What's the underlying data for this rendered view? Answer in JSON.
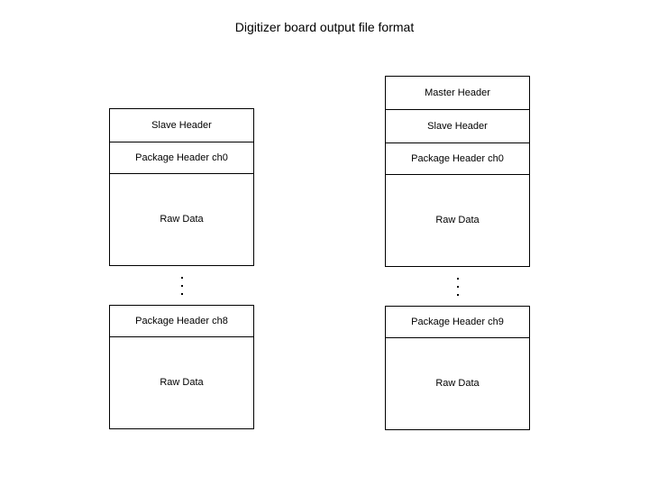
{
  "page": {
    "title": "Digitizer board output file format",
    "background_color": "#ffffff",
    "text_color": "#000000",
    "border_color": "#000000"
  },
  "diagram": {
    "type": "block-structure",
    "ellipsis_dot_count": 3,
    "columns": [
      {
        "name": "left-column",
        "blocks": [
          {
            "label": "Slave Header",
            "kind": "header"
          },
          {
            "label": "Package Header ch0",
            "kind": "package-header"
          },
          {
            "label": "Raw Data",
            "kind": "raw-data"
          },
          {
            "label": "",
            "kind": "ellipsis"
          },
          {
            "label": "Package Header ch8",
            "kind": "package-header"
          },
          {
            "label": "Raw Data",
            "kind": "raw-data"
          }
        ]
      },
      {
        "name": "right-column",
        "blocks": [
          {
            "label": "Master Header",
            "kind": "header"
          },
          {
            "label": "Slave Header",
            "kind": "header"
          },
          {
            "label": "Package Header ch0",
            "kind": "package-header"
          },
          {
            "label": "Raw Data",
            "kind": "raw-data"
          },
          {
            "label": "",
            "kind": "ellipsis"
          },
          {
            "label": "Package Header ch9",
            "kind": "package-header"
          },
          {
            "label": "Raw Data",
            "kind": "raw-data"
          }
        ]
      }
    ]
  }
}
